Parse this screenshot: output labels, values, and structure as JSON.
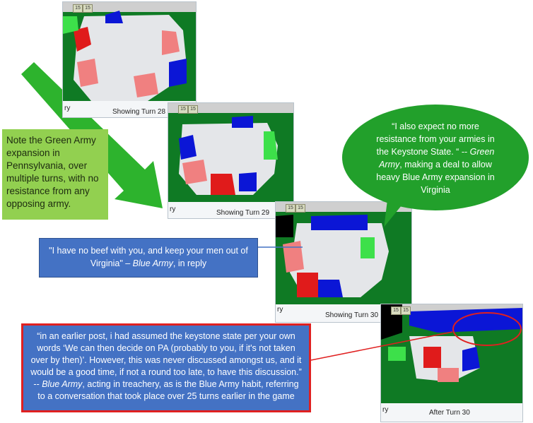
{
  "maps": [
    {
      "caption": "Showing Turn 28",
      "left_caption": "ry",
      "buttons": [
        "15",
        "15"
      ]
    },
    {
      "caption": "Showing Turn 29",
      "left_caption": "ry",
      "buttons": [
        "15",
        "15"
      ]
    },
    {
      "caption": "Showing Turn 30",
      "left_caption": "ry",
      "buttons": [
        "15",
        "15"
      ]
    },
    {
      "caption": "After Turn 30",
      "left_caption": "ry",
      "buttons": [
        "15",
        "15"
      ]
    }
  ],
  "note": {
    "text": "Note the Green Army expansion in Pennsylvania, over multiple turns, with no resistance from any opposing army."
  },
  "bubble": {
    "quote": "“I also expect no more resistance from your armies in the Keystone State. “ --",
    "speaker": "Green Army",
    "context": ", making a deal to allow heavy Blue Army expansion in Virginia"
  },
  "reply": {
    "quote": "\"I have no beef with you, and keep your men out of Virginia\" –",
    "speaker": "Blue Army",
    "context": ", in reply"
  },
  "treachery": {
    "quote": "“in an earlier post, i had assumed the keystone state per your own words ‘We can then decide on PA (probably to you, if it's not taken over by then)’. However, this was never discussed amongst us, and it would be a good time, if not a round too late, to have this discussion.” --",
    "speaker": "Blue Army",
    "context": ", acting in treachery, as is the Blue Army habit, referring to a conversation that took place over 25 turns earlier in the game"
  },
  "colors": {
    "green_army": "#16a34a",
    "blue_army": "#0b16d6",
    "red_army": "#e01b1b",
    "pink": "#f08080",
    "neutral": "#e8e8e8"
  }
}
